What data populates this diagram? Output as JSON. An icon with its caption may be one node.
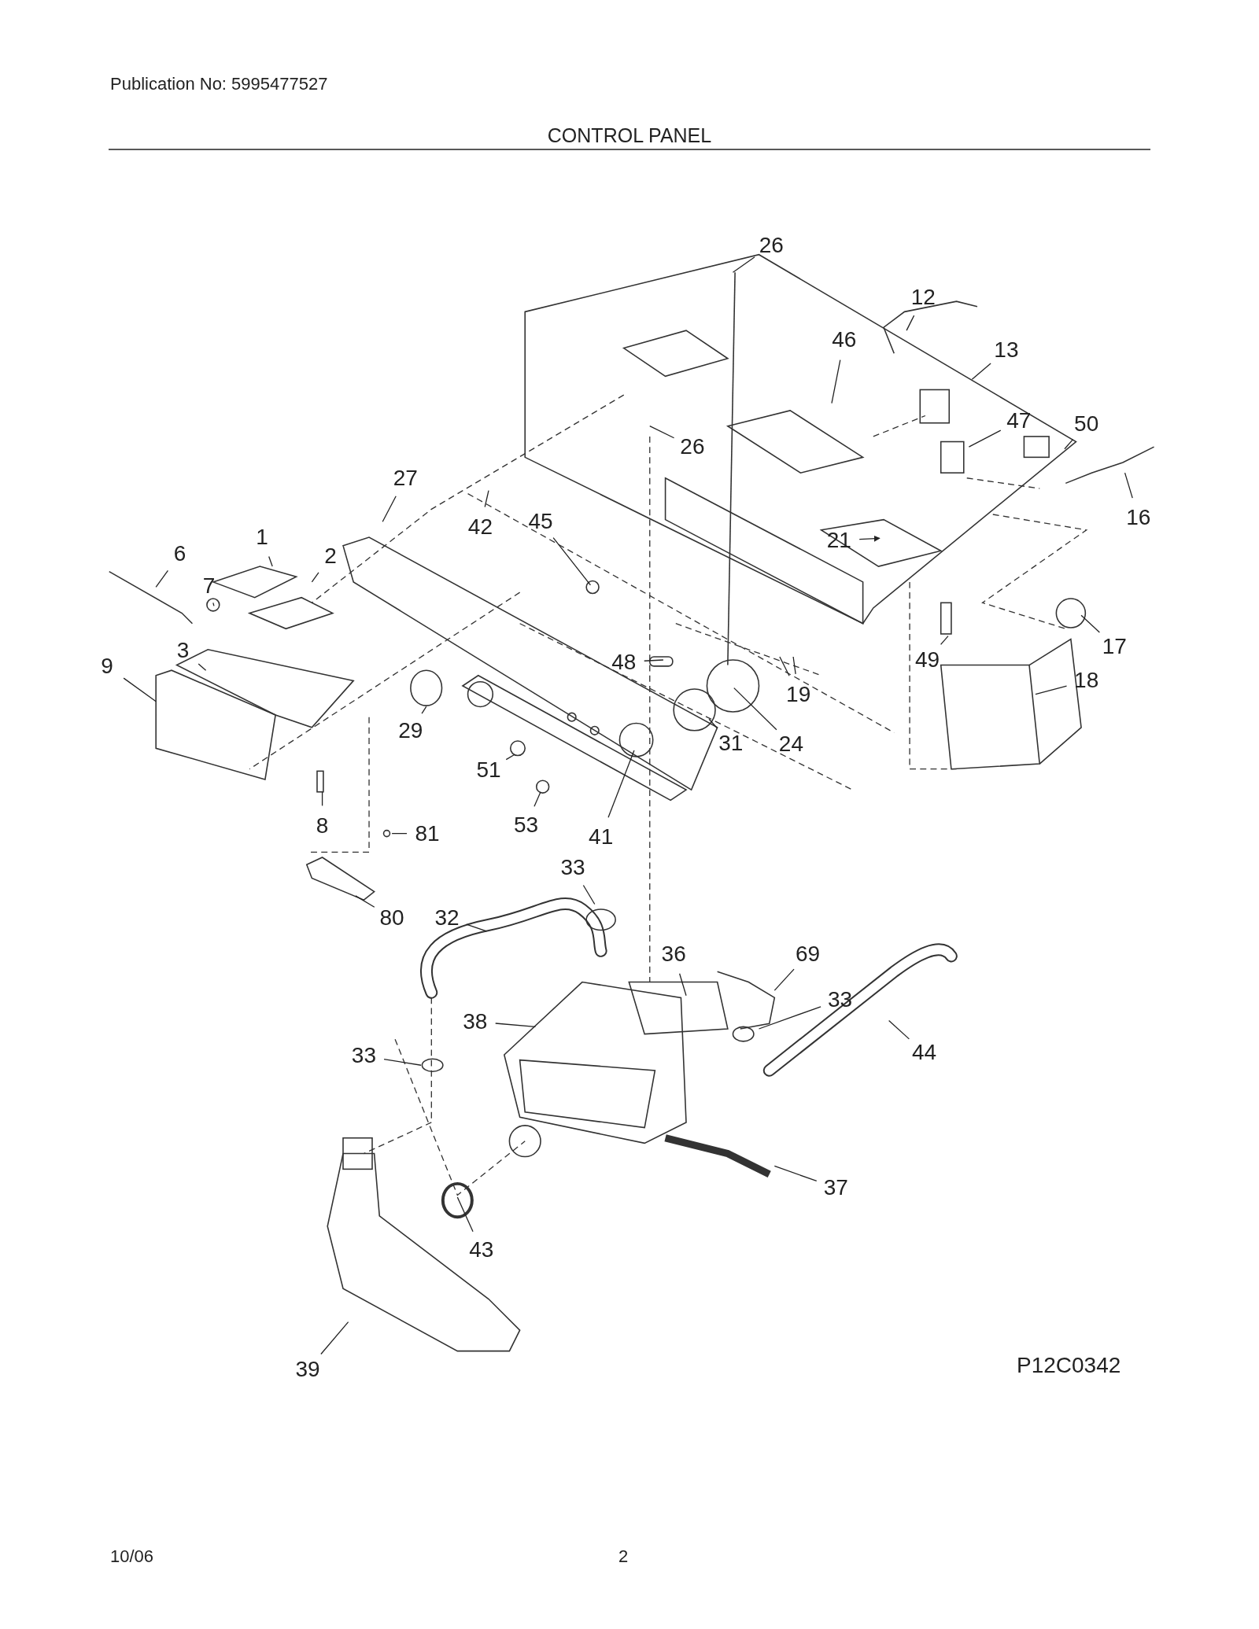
{
  "diagram": {
    "title": "CONTROL PANEL",
    "nodes": [
      {
        "text": [
          "26"
        ]
      },
      {
        "text": [
          "12"
        ]
      },
      {
        "text": [
          "46"
        ]
      },
      {
        "text": [
          "13"
        ]
      },
      {
        "text": [
          "47"
        ]
      },
      {
        "text": [
          "50"
        ]
      },
      {
        "text": [
          "26"
        ]
      },
      {
        "text": [
          "27"
        ]
      },
      {
        "text": [
          "16"
        ]
      },
      {
        "text": [
          "42"
        ]
      },
      {
        "text": [
          "45"
        ]
      },
      {
        "text": [
          "21"
        ]
      },
      {
        "text": [
          "1"
        ]
      },
      {
        "text": [
          "6"
        ]
      },
      {
        "text": [
          "2"
        ]
      },
      {
        "text": [
          "7"
        ]
      },
      {
        "text": [
          "17"
        ]
      },
      {
        "text": [
          "49"
        ]
      },
      {
        "text": [
          "48"
        ]
      },
      {
        "text": [
          "3"
        ]
      },
      {
        "text": [
          "9"
        ]
      },
      {
        "text": [
          "18"
        ]
      },
      {
        "text": [
          "19"
        ]
      },
      {
        "text": [
          "29"
        ]
      },
      {
        "text": [
          "31"
        ]
      },
      {
        "text": [
          "24"
        ]
      },
      {
        "text": [
          "51"
        ]
      },
      {
        "text": [
          "8"
        ]
      },
      {
        "text": [
          "53"
        ]
      },
      {
        "text": [
          "81"
        ]
      },
      {
        "text": [
          "41"
        ]
      },
      {
        "text": [
          "33"
        ]
      },
      {
        "text": [
          "80"
        ]
      },
      {
        "text": [
          "32"
        ]
      },
      {
        "text": [
          "36"
        ]
      },
      {
        "text": [
          "69"
        ]
      },
      {
        "text": [
          "33"
        ]
      },
      {
        "text": [
          "38"
        ]
      },
      {
        "text": [
          "44"
        ]
      },
      {
        "text": [
          "33"
        ]
      },
      {
        "text": [
          "37"
        ]
      },
      {
        "text": [
          "43"
        ]
      },
      {
        "text": [
          "39"
        ]
      }
    ],
    "edges": [
      {
        "from": 0,
        "to": null,
        "arrow": "none"
      },
      {
        "from": 1,
        "to": null,
        "arrow": "none"
      },
      {
        "from": 2,
        "to": null,
        "arrow": "none"
      },
      {
        "from": 3,
        "to": null,
        "arrow": "none"
      },
      {
        "from": 4,
        "to": null,
        "arrow": "none"
      },
      {
        "from": 5,
        "to": null,
        "arrow": "none"
      },
      {
        "from": 6,
        "to": null,
        "arrow": "none"
      },
      {
        "from": 7,
        "to": null,
        "arrow": "none"
      },
      {
        "from": 8,
        "to": null,
        "arrow": "none"
      },
      {
        "from": 9,
        "to": null,
        "arrow": "none"
      },
      {
        "from": 10,
        "to": null,
        "arrow": "none"
      },
      {
        "from": 11,
        "to": null,
        "arrow": "to"
      },
      {
        "from": 12,
        "to": null,
        "arrow": "none"
      },
      {
        "from": 13,
        "to": null,
        "arrow": "none"
      },
      {
        "from": 14,
        "to": null,
        "arrow": "none"
      },
      {
        "from": 15,
        "to": null,
        "arrow": "none"
      },
      {
        "from": 16,
        "to": null,
        "arrow": "none"
      },
      {
        "from": 17,
        "to": null,
        "arrow": "none"
      },
      {
        "from": 18,
        "to": null,
        "arrow": "none"
      },
      {
        "from": 19,
        "to": null,
        "arrow": "none"
      },
      {
        "from": 20,
        "to": null,
        "arrow": "none"
      },
      {
        "from": 21,
        "to": null,
        "arrow": "none"
      },
      {
        "from": 22,
        "to": null,
        "arrow": "none"
      },
      {
        "from": 23,
        "to": null,
        "arrow": "none"
      },
      {
        "from": 24,
        "to": null,
        "arrow": "none"
      },
      {
        "from": 25,
        "to": null,
        "arrow": "none"
      },
      {
        "from": 26,
        "to": null,
        "arrow": "none"
      },
      {
        "from": 27,
        "to": null,
        "arrow": "none"
      },
      {
        "from": 28,
        "to": null,
        "arrow": "none"
      },
      {
        "from": 29,
        "to": null,
        "arrow": "none"
      },
      {
        "from": 30,
        "to": null,
        "arrow": "none"
      },
      {
        "from": 31,
        "to": null,
        "arrow": "none"
      },
      {
        "from": 32,
        "to": null,
        "arrow": "none"
      },
      {
        "from": 33,
        "to": null,
        "arrow": "none"
      },
      {
        "from": 34,
        "to": null,
        "arrow": "none"
      },
      {
        "from": 35,
        "to": null,
        "arrow": "none"
      },
      {
        "from": 36,
        "to": null,
        "arrow": "none"
      },
      {
        "from": 37,
        "to": null,
        "arrow": "none"
      },
      {
        "from": 38,
        "to": null,
        "arrow": "none"
      },
      {
        "from": 39,
        "to": null,
        "arrow": "none"
      },
      {
        "from": 40,
        "to": null,
        "arrow": "none"
      },
      {
        "from": 41,
        "to": null,
        "arrow": "none"
      },
      {
        "from": 42,
        "to": null,
        "arrow": "none"
      },
      {
        "from": 22,
        "to": null,
        "arrow": "none"
      }
    ],
    "labels": [
      "Publication No: 5995477527",
      "P12C0342",
      "10/06",
      "2"
    ]
  }
}
